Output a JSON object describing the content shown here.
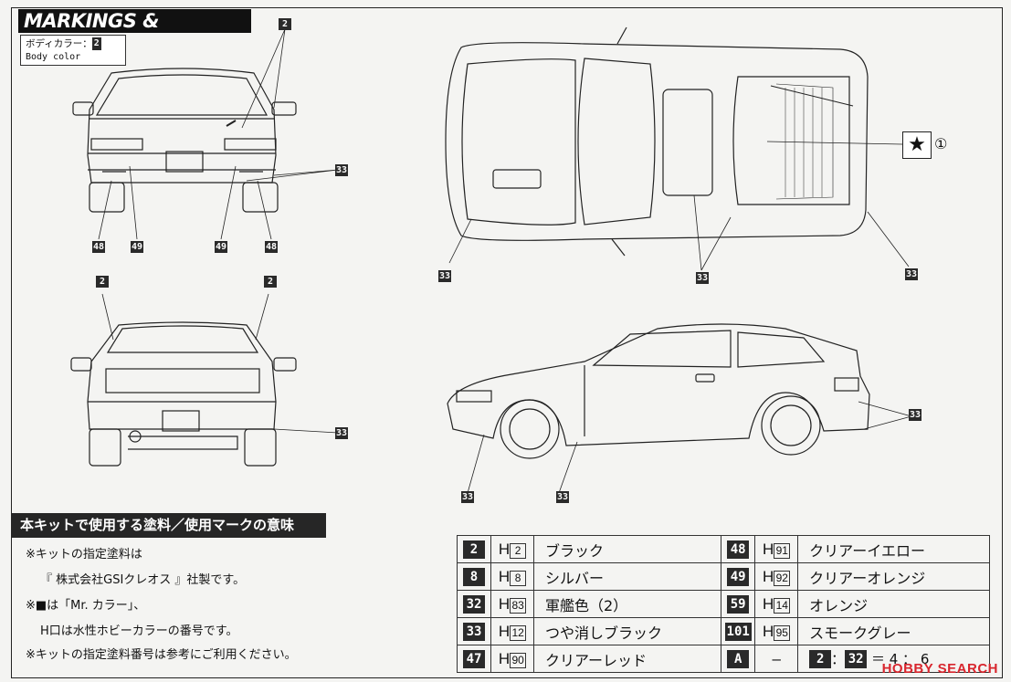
{
  "header": {
    "title": "MARKINGS & PAINTING",
    "body_color_label_jp": "ボディカラー：",
    "body_color_code": "2",
    "body_color_label_en": "Body color"
  },
  "callouts": {
    "front_top": "2",
    "front_33": "33",
    "front_48_left": "48",
    "front_49_left": "49",
    "front_49_right": "49",
    "front_48_right": "48",
    "top_33_left": "33",
    "top_33_mid": "33",
    "top_33_right": "33",
    "top_star_num": "①",
    "rear_2_left": "2",
    "rear_2_right": "2",
    "rear_33": "33",
    "side_33_right": "33",
    "side_33_left": "33",
    "side_33_mid": "33"
  },
  "section": {
    "heading": "本キットで使用する塗料／使用マークの意味",
    "notes": [
      "※キットの指定塗料は",
      "『 株式会社GSIクレオス 』社製です。",
      "※■は「Mr. カラー」、",
      "H口は水性ホビーカラーの番号です。",
      "※キットの指定塗料番号は参考にご利用ください。"
    ]
  },
  "paints": {
    "left": [
      {
        "code": "2",
        "h": "2",
        "name": "ブラック"
      },
      {
        "code": "8",
        "h": "8",
        "name": "シルバー"
      },
      {
        "code": "32",
        "h": "83",
        "name": "軍艦色（2）"
      },
      {
        "code": "33",
        "h": "12",
        "name": "つや消しブラック"
      },
      {
        "code": "47",
        "h": "90",
        "name": "クリアーレッド"
      }
    ],
    "right": [
      {
        "code": "48",
        "h": "91",
        "name": "クリアーイエロー"
      },
      {
        "code": "49",
        "h": "92",
        "name": "クリアーオレンジ"
      },
      {
        "code": "59",
        "h": "14",
        "name": "オレンジ"
      },
      {
        "code": "101",
        "h": "95",
        "name": "スモークグレー"
      }
    ],
    "letter_H": "H",
    "last_row": {
      "code": "A",
      "dash": "–",
      "mix_code1": "2",
      "colon": "：",
      "mix_code2": "32",
      "ratio": "＝ 4 ： 6"
    }
  },
  "watermark": "HOBBY SEARCH"
}
